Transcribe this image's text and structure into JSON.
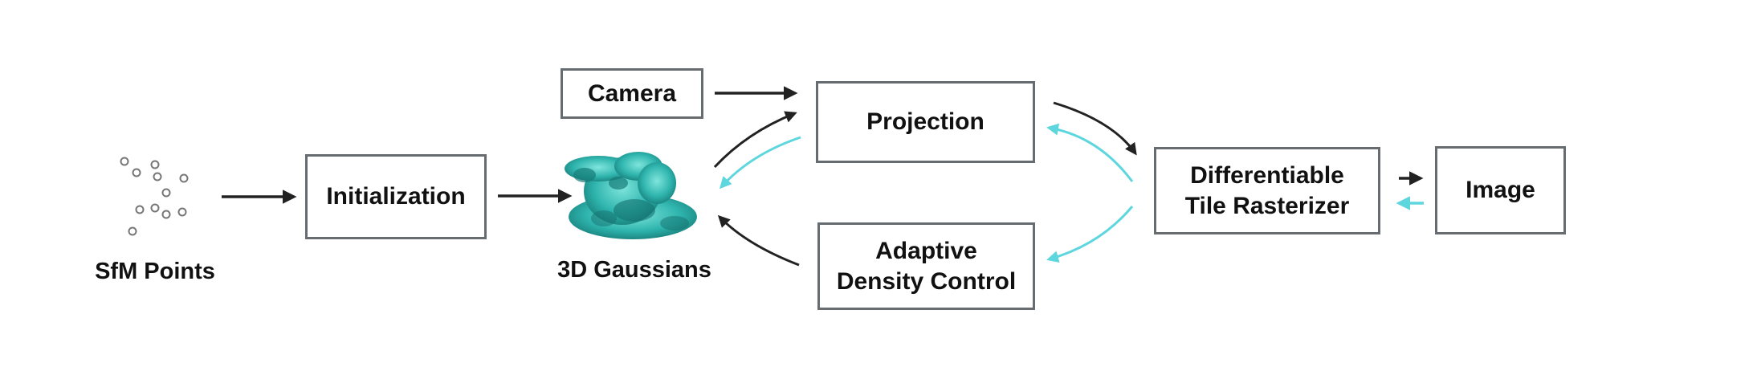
{
  "nodes": {
    "sfm_points": "SfM Points",
    "initialization": "Initialization",
    "gaussians_3d": "3D Gaussians",
    "camera": "Camera",
    "projection": "Projection",
    "adaptive_density_control_line1": "Adaptive",
    "adaptive_density_control_line2": "Density Control",
    "rasterizer_line1": "Differentiable",
    "rasterizer_line2": "Tile Rasterizer",
    "image": "Image"
  },
  "colors": {
    "box_border": "#676c70",
    "forward_arrow": "#222222",
    "gradient_arrow": "#5ed6de",
    "gaussian_blob": "#2fb5ae",
    "point_outline": "#777777"
  },
  "icons": {
    "point_cloud": "sfm-point-cloud-icon",
    "gaussian_blob": "gaussian-bunny-icon"
  }
}
